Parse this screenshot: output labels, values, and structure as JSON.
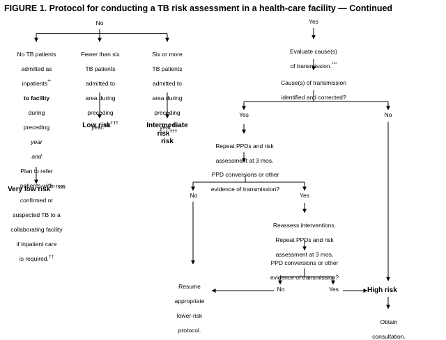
{
  "figure": {
    "title": "FIGURE 1. Protocol for conducting a TB risk assessment in a health-care facility — Continued"
  },
  "colors": {
    "ink": "#000000",
    "background": "#ffffff"
  },
  "left_branch": {
    "branch_label": "No",
    "nodes": [
      {
        "id": "no-tb-patients",
        "lines": [
          {
            "text": "No TB patients",
            "style": "normal"
          },
          {
            "text": "admitted as",
            "style": "normal"
          },
          {
            "text": "inpatients",
            "style": "normal",
            "sup": "**"
          },
          {
            "text": "to facility",
            "style": "bold"
          },
          {
            "text": "during",
            "style": "normal"
          },
          {
            "text": "preceding",
            "style": "normal"
          },
          {
            "text": "year",
            "style": "italic"
          },
          {
            "text": "and",
            "style": "italic"
          },
          {
            "text": "Plan to refer",
            "style": "normal"
          },
          {
            "text": "patients with",
            "style": "normal"
          },
          {
            "text": "confirmed or",
            "style": "normal"
          },
          {
            "text": "suspected TB to a",
            "style": "normal"
          },
          {
            "text": "collaborating facility",
            "style": "normal"
          },
          {
            "text": "if inpatient care",
            "style": "normal"
          },
          {
            "text": "is required.",
            "style": "normal",
            "sup": "††"
          }
        ],
        "outcome": {
          "label": "Very low risk",
          "sup": "†††§§§"
        }
      },
      {
        "id": "fewer-than-six",
        "lines": [
          {
            "text": "Fewer than six",
            "style": "normal"
          },
          {
            "text": "TB patients",
            "style": "normal"
          },
          {
            "text": "admitted to",
            "style": "normal"
          },
          {
            "text": "area during",
            "style": "normal"
          },
          {
            "text": "preceding",
            "style": "normal"
          },
          {
            "text": "year.",
            "style": "normal",
            "sup": "§§"
          }
        ],
        "outcome": {
          "label": "Low risk",
          "sup": "†††"
        }
      },
      {
        "id": "six-or-more",
        "lines": [
          {
            "text": "Six or more",
            "style": "normal"
          },
          {
            "text": "TB patients",
            "style": "normal"
          },
          {
            "text": "admitted to",
            "style": "normal"
          },
          {
            "text": "area during",
            "style": "normal"
          },
          {
            "text": "preceding",
            "style": "normal"
          },
          {
            "text": "year.",
            "style": "normal",
            "sup": "¶"
          }
        ],
        "outcome": {
          "label": "Intermediate risk",
          "sup": "†††"
        }
      }
    ]
  },
  "right_branch": {
    "branch_label": "Yes",
    "step1": {
      "line1": "Evaluate cause(s)",
      "line2": "of transmission.",
      "sup": "***"
    },
    "decision1": {
      "line1": "Cause(s) of transmission",
      "line2": "identified and corrected?",
      "yes_label": "Yes",
      "no_label": "No"
    },
    "step2": {
      "line1": "Repeat PPDs and risk",
      "line2": "assessment at 3 mos."
    },
    "decision2": {
      "line1": "PPD conversions or other",
      "line2": "evidence of transmission?",
      "no_label": "No",
      "yes_label": "Yes"
    },
    "step3": {
      "line1": "Reassess interventions.",
      "line2": "Repeat PPDs and risk",
      "line3": "assessment at 3 mos."
    },
    "decision3": {
      "line1": "PPD conversions or other",
      "line2": "evidence of transmission?",
      "no_label": "No",
      "yes_label": "Yes"
    },
    "resume": {
      "line1": "Resume",
      "line2": "appropriate",
      "line3": "lower-risk",
      "line4": "protocol."
    },
    "high_risk": {
      "label": "High risk"
    },
    "obtain": {
      "line1": "Obtain",
      "line2": "consultation."
    }
  }
}
